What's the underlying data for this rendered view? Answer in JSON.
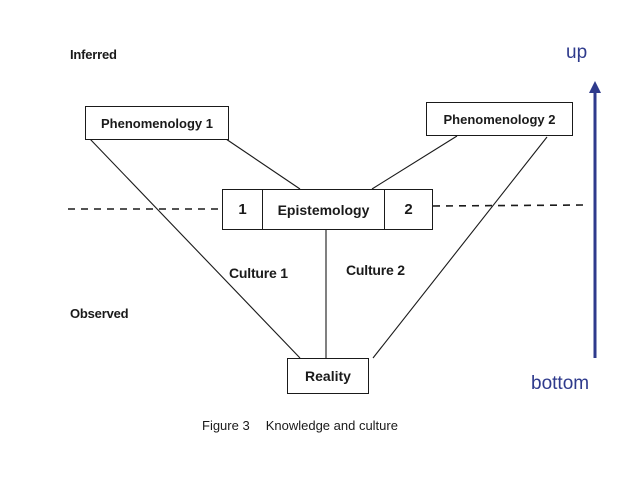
{
  "regions": {
    "inferred": "Inferred",
    "observed": "Observed"
  },
  "boxes": {
    "phenomenology_1": "Phenomenology 1",
    "phenomenology_2": "Phenomenology 2",
    "epistemology_left": "1",
    "epistemology": "Epistemology",
    "epistemology_right": "2",
    "reality": "Reality"
  },
  "cultures": {
    "culture_1": "Culture 1",
    "culture_2": "Culture 2"
  },
  "axis": {
    "top_label": "up",
    "bottom_label": "bottom",
    "color": "#2e3a8c"
  },
  "caption": {
    "figure": "Figure 3",
    "text": "Knowledge and culture"
  }
}
